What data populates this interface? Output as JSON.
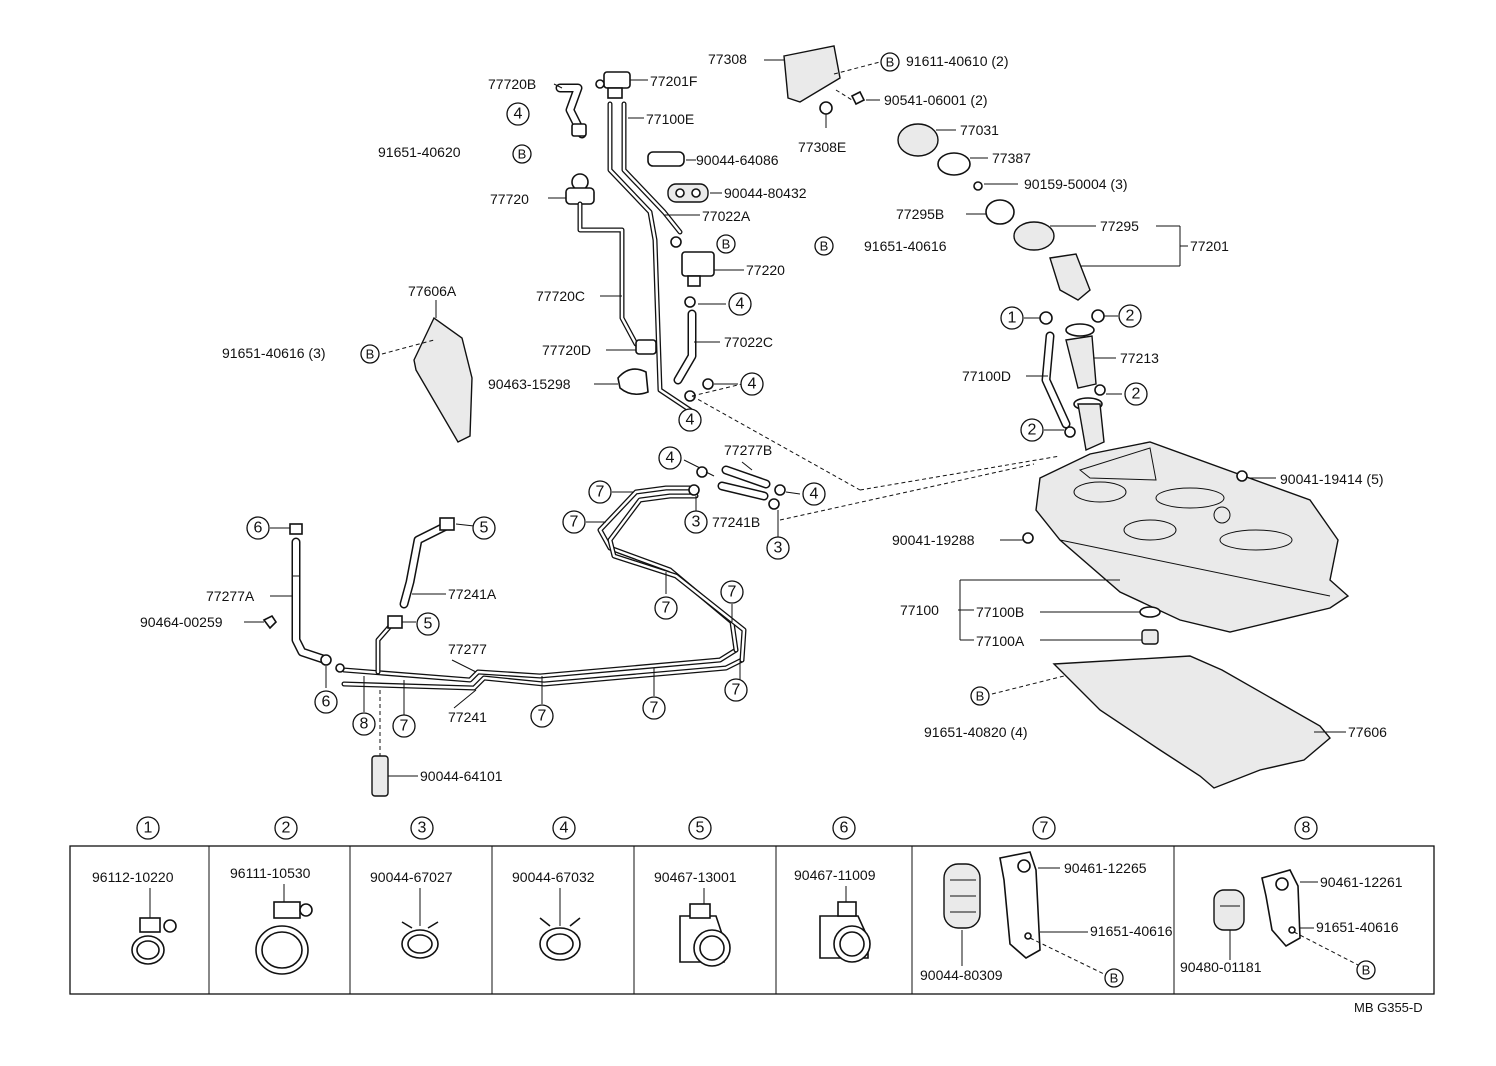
{
  "parts": {
    "p77308": "77308",
    "p77720B": "77720B",
    "p77201F": "77201F",
    "p77100E": "77100E",
    "p91651_40620": "91651-40620",
    "p90044_64086": "90044-64086",
    "p90044_80432": "90044-80432",
    "p77720": "77720",
    "p77022A": "77022A",
    "p77220": "77220",
    "p91651_40616": "91651-40616",
    "p77606A": "77606A",
    "p77720C": "77720C",
    "p91651_40616_3": "91651-40616 (3)",
    "p77720D": "77720D",
    "p77022C": "77022C",
    "p90463_15298": "90463-15298",
    "p91611_40610": "91611-40610 (2)",
    "p90541_06001": "90541-06001 (2)",
    "p77308E": "77308E",
    "p77031": "77031",
    "p77387": "77387",
    "p90159_50004": "90159-50004 (3)",
    "p77295B": "77295B",
    "p77295": "77295",
    "p77201": "77201",
    "p77213": "77213",
    "p77100D": "77100D",
    "p90041_19414": "90041-19414 (5)",
    "p90041_19288": "90041-19288",
    "p77100": "77100",
    "p77100B": "77100B",
    "p77100A": "77100A",
    "p91651_40820": "91651-40820 (4)",
    "p77606": "77606",
    "p77277B": "77277B",
    "p77241B": "77241B",
    "p77277A": "77277A",
    "p90464_00259": "90464-00259",
    "p77241A": "77241A",
    "p77277": "77277",
    "p77241": "77241",
    "p90044_64101": "90044-64101"
  },
  "callouts": {
    "c1": "1",
    "c2": "2",
    "c3": "3",
    "c4": "4",
    "c5": "5",
    "c6": "6",
    "c7": "7",
    "c8": "8",
    "cB": "B"
  },
  "legend": {
    "col1": {
      "num": "1",
      "part": "96112-10220"
    },
    "col2": {
      "num": "2",
      "part": "96111-10530"
    },
    "col3": {
      "num": "3",
      "part": "90044-67027"
    },
    "col4": {
      "num": "4",
      "part": "90044-67032"
    },
    "col5": {
      "num": "5",
      "part": "90467-13001"
    },
    "col6": {
      "num": "6",
      "part": "90467-11009"
    },
    "col7": {
      "num": "7",
      "partA": "90461-12265",
      "partB": "91651-40616",
      "partC": "90044-80309"
    },
    "col8": {
      "num": "8",
      "partA": "90461-12261",
      "partB": "91651-40616",
      "partC": "90480-01181"
    }
  },
  "figure_code": "MB G355-D"
}
